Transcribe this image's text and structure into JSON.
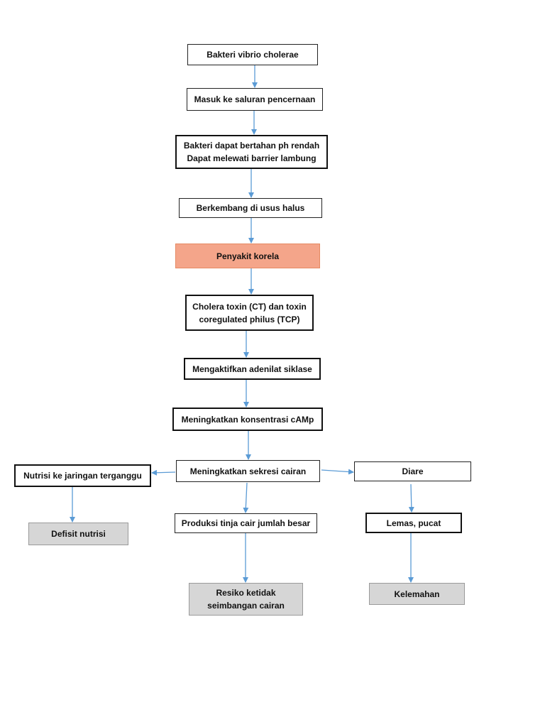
{
  "nodes": {
    "bakteri": {
      "lines": [
        "Bakteri vibrio cholerae"
      ]
    },
    "masuk": {
      "lines": [
        "Masuk ke saluran pencernaan"
      ]
    },
    "bertahan": {
      "lines": [
        "Bakteri dapat bertahan ph rendah",
        "Dapat melewati barrier lambung"
      ]
    },
    "berkembang": {
      "lines": [
        "Berkembang di usus halus"
      ]
    },
    "penyakit": {
      "lines": [
        "Penyakit korela"
      ]
    },
    "toxin": {
      "lines": [
        "Cholera toxin (CT) dan toxin",
        "coregulated philus (TCP)"
      ]
    },
    "adenilat": {
      "lines": [
        "Mengaktifkan adenilat siklase"
      ]
    },
    "camp": {
      "lines": [
        "Meningkatkan konsentrasi cAMp"
      ]
    },
    "sekresi": {
      "lines": [
        "Meningkatkan sekresi cairan"
      ]
    },
    "nutrisi": {
      "lines": [
        "Nutrisi ke jaringan terganggu"
      ]
    },
    "diare": {
      "lines": [
        "Diare"
      ]
    },
    "defisit": {
      "lines": [
        "Defisit nutrisi"
      ]
    },
    "tinja": {
      "lines": [
        "Produksi tinja cair jumlah besar"
      ]
    },
    "lemas": {
      "lines": [
        "Lemas, pucat"
      ]
    },
    "resiko": {
      "lines": [
        "Resiko ketidak",
        "seimbangan cairan"
      ]
    },
    "kelemahan": {
      "lines": [
        "Kelemahan"
      ]
    }
  },
  "colors": {
    "arrow": "#5b9bd5",
    "highlight_fill": "#f4a58a",
    "outcome_fill": "#d6d6d6"
  }
}
